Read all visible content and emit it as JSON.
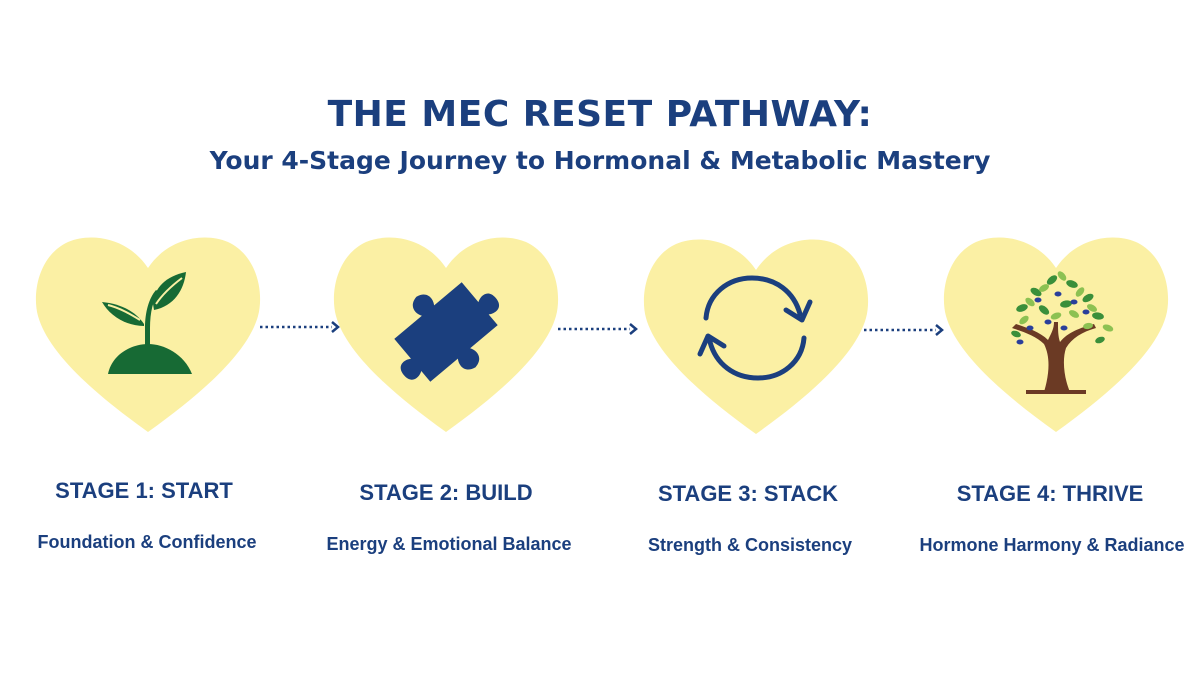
{
  "header": {
    "title": "THE MEC RESET PATHWAY:",
    "subtitle": "Your 4-Stage Journey to Hormonal & Metabolic Mastery"
  },
  "colors": {
    "heart": "#fbf0a4",
    "navy": "#1b3f7e",
    "sprout_green": "#176a34",
    "tree_trunk": "#6b3a24"
  },
  "stages": [
    {
      "title": "STAGE 1: START",
      "description": "Foundation & Confidence",
      "icon": "sprout-icon"
    },
    {
      "title": "STAGE 2: BUILD",
      "description": "Energy & Emotional Balance",
      "icon": "puzzle-piece-icon"
    },
    {
      "title": "STAGE 3: STACK",
      "description": "Strength & Consistency",
      "icon": "cycle-arrows-icon"
    },
    {
      "title": "STAGE 4: THRIVE",
      "description": "Hormone Harmony & Radiance",
      "icon": "tree-hands-icon"
    }
  ],
  "connectors": [
    "dotted-arrow-icon",
    "dotted-arrow-icon",
    "dotted-arrow-icon"
  ]
}
